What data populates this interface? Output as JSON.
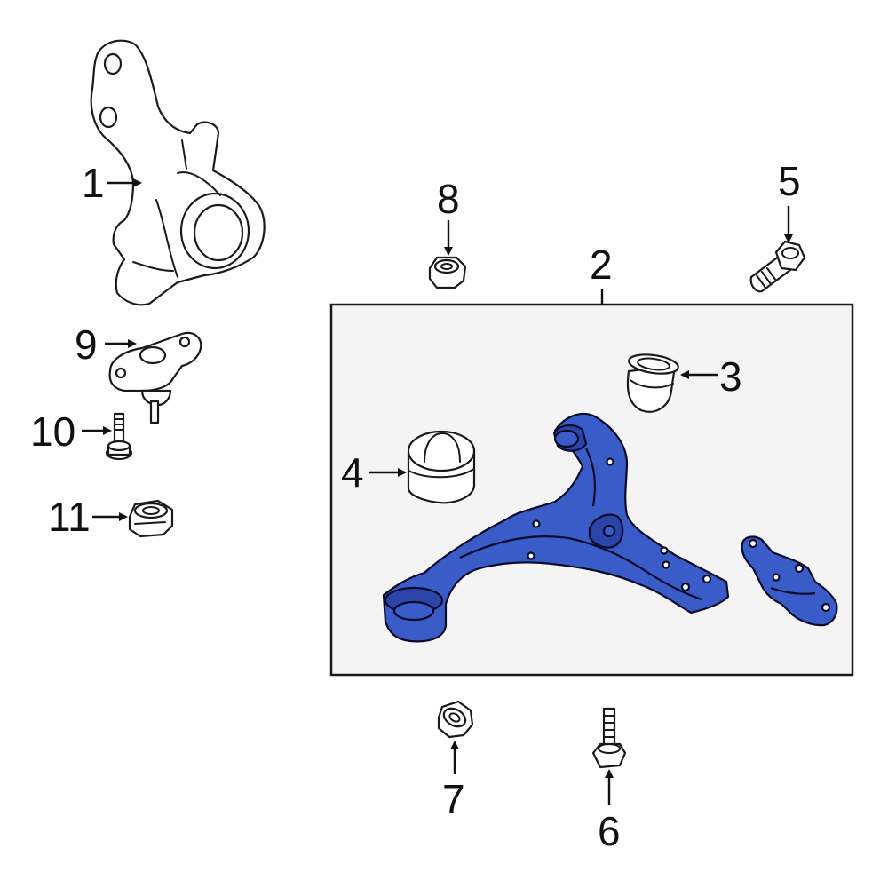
{
  "callouts": [
    {
      "id": "1",
      "label": "1"
    },
    {
      "id": "2",
      "label": "2"
    },
    {
      "id": "3",
      "label": "3"
    },
    {
      "id": "4",
      "label": "4"
    },
    {
      "id": "5",
      "label": "5"
    },
    {
      "id": "6",
      "label": "6"
    },
    {
      "id": "7",
      "label": "7"
    },
    {
      "id": "8",
      "label": "8"
    },
    {
      "id": "9",
      "label": "9"
    },
    {
      "id": "10",
      "label": "10"
    },
    {
      "id": "11",
      "label": "11"
    }
  ],
  "colors": {
    "highlight": "#3a5cc8",
    "highlight_dark": "#2a44a8",
    "panel": "#f4f4f4",
    "line": "#1a1a1a"
  }
}
